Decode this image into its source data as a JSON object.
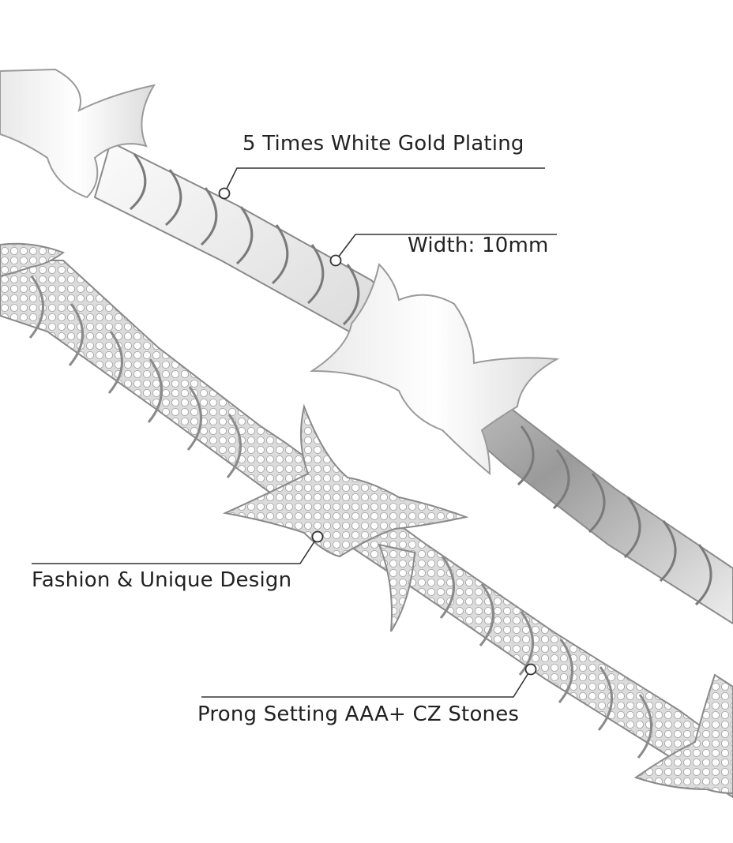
{
  "image": {
    "subject": "barbed-wire-cuban-link-bracelets",
    "colors": {
      "background": "#ffffff",
      "metal_light": "#f3f3f3",
      "metal_mid": "#c9c9c9",
      "metal_dark": "#6f6f6f",
      "stone": "#fafafa",
      "callout_line": "#333333",
      "text": "#222222"
    }
  },
  "callouts": {
    "plating": "5 Times White Gold Plating",
    "width": "Width: 10mm",
    "design": "Fashion & Unique Design",
    "stones": "Prong Setting AAA+ CZ Stones"
  }
}
